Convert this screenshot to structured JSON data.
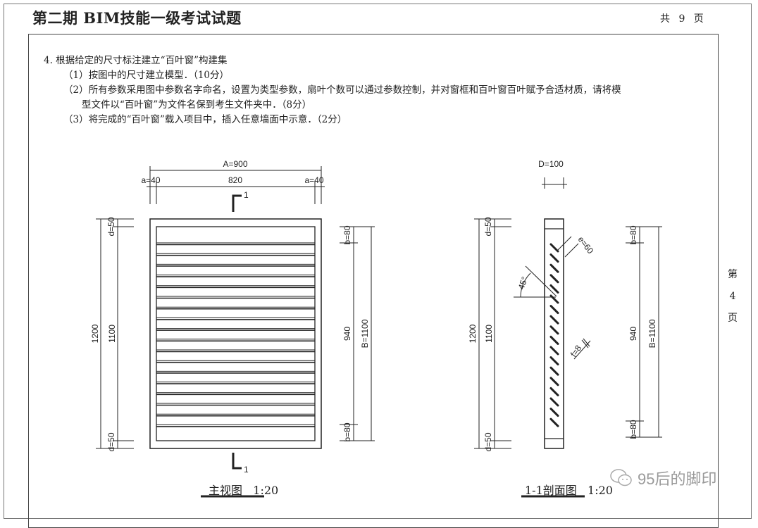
{
  "header": {
    "title": "第二期 BIM技能一级考试试题",
    "total_pages": "共 9 页"
  },
  "question": {
    "stem": "4. 根据给定的尺寸标注建立“百叶窗”构建集",
    "items": [
      "（1）按图中的尺寸建立模型．（10分）",
      "（2）所有参数采用图中参数名字命名，设置为类型参数，扇叶个数可以通过参数控制，并对窗框和百叶窗百叶赋予合适材质，请将模",
      "型文件以“百叶窗”为文件名保到考生文件夹中．（8分）",
      "（3）将完成的“百叶窗”载入项目中，插入任意墙面中示意．（2分）"
    ]
  },
  "page_side": {
    "a": "第",
    "num": "4",
    "b": "页"
  },
  "front_view": {
    "A": "A=900",
    "a_left": "a=40",
    "mid": "820",
    "a_right": "a=40",
    "h_total": "1200",
    "h_inner": "1100",
    "d_top": "d=50",
    "d_bottom": "d=50",
    "b_top": "b=80",
    "b_bottom": "b=80",
    "h_940": "940",
    "B": "B=1100",
    "section_mark": "1",
    "caption": "主视图",
    "scale": "1:20"
  },
  "section_view": {
    "D": "D=100",
    "e": "e=60",
    "angle": "45°",
    "f": "f=8",
    "h_total": "1200",
    "h_inner": "1100",
    "d_top": "d=50",
    "d_bottom": "d=50",
    "b_top": "b=80",
    "b_bottom": "b=80",
    "h_940": "940",
    "B": "B=1100",
    "caption": "1-1剖面图",
    "scale": "1:20"
  },
  "watermark": "95后的脚印"
}
